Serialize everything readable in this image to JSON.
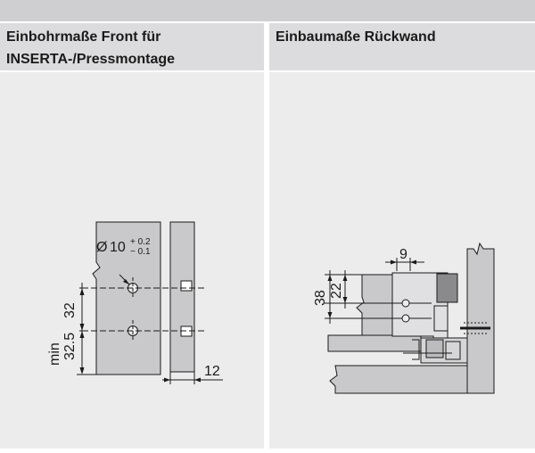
{
  "header": {
    "left_title_line1": "Einbohrmaße Front für",
    "left_title_line2": "INSERTA-/Pressmontage",
    "right_title": "Einbaumaße Rückwand"
  },
  "front_drawing": {
    "diameter_symbol": "Ø",
    "diameter_value": "10",
    "tol_upper": "+ 0.2",
    "tol_lower": "− 0.1",
    "dim_spacing": "32",
    "dim_edge": "32.5",
    "dim_edge_prefix": "min",
    "dim_depth": "12"
  },
  "rear_drawing": {
    "dim_offset": "9",
    "dim_hole": "22",
    "dim_height": "38"
  },
  "colors": {
    "part_fill": "#c9c9cb",
    "line": "#1a1a1a",
    "panel_bg": "#ececed"
  }
}
